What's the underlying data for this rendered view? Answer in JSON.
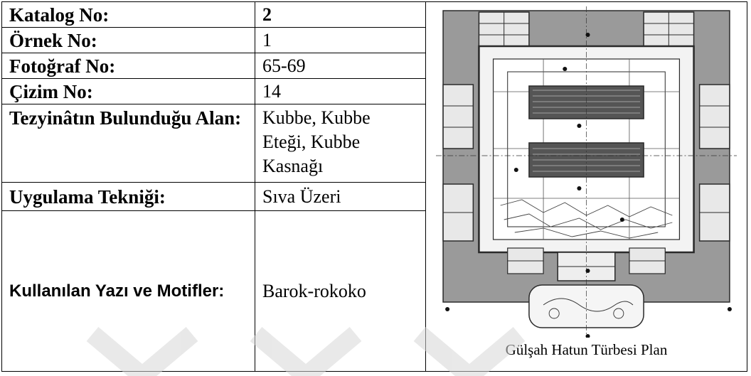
{
  "rows": [
    {
      "label": "Katalog No:",
      "value": "2"
    },
    {
      "label": "Örnek No:",
      "value": "1"
    },
    {
      "label": "Fotoğraf No:",
      "value": "65-69"
    },
    {
      "label": "Çizim No:",
      "value": "14"
    },
    {
      "label": "Tezyinâtın Bulunduğu Alan:",
      "value": "Kubbe, Kubbe Eteği, Kubbe Kasnağı"
    },
    {
      "label": "Uygulama Tekniği:",
      "value": "Sıva Üzeri"
    },
    {
      "label": "Kullanılan Yazı ve Motifler:",
      "value": "Barok-rokoko"
    }
  ],
  "plan": {
    "caption": "Gülşah Hatun Türbesi Plan"
  },
  "colors": {
    "plan_fill": "#9a9a9a",
    "plan_line": "#2a2a2a",
    "watermark": "#d7d7d7"
  }
}
